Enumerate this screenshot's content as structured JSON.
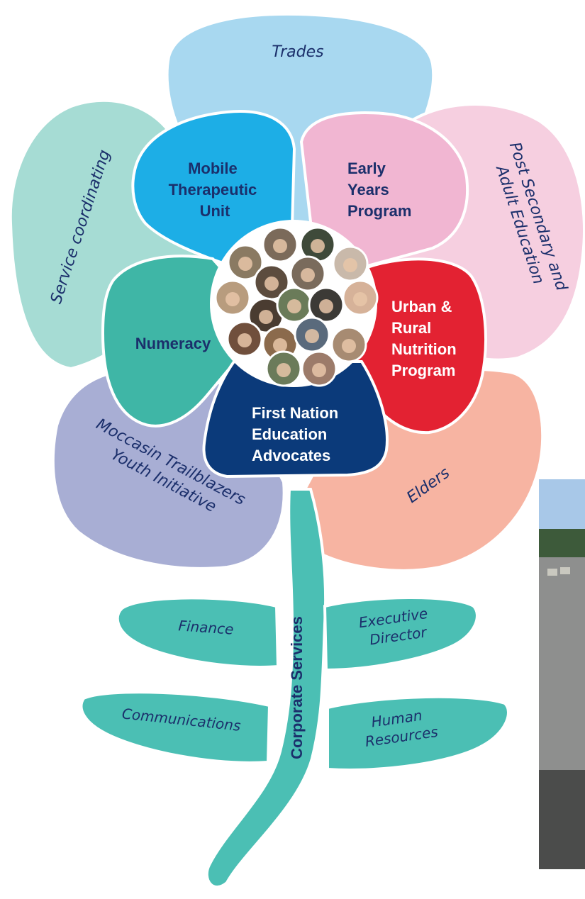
{
  "outer_petals": {
    "trades": "Trades",
    "service_coordinating": "Service coordinating",
    "post_secondary": [
      "Post Secondary and",
      "Adult Education"
    ],
    "moccasin": [
      "Moccasin Trailblazers",
      "Youth Initiative"
    ],
    "elders": "Elders"
  },
  "inner_petals": {
    "mobile": [
      "Mobile",
      "Therapeutic",
      "Unit"
    ],
    "early_years": [
      "Early",
      "Years",
      "Program"
    ],
    "numeracy": "Numeracy",
    "urban": [
      "Urban &",
      "Rural",
      "Nutrition",
      "Program"
    ],
    "first_nation": [
      "First Nation",
      "Education",
      "Advocates"
    ]
  },
  "stem": "Corporate Services",
  "leaves": {
    "finance": "Finance",
    "executive": [
      "Executive",
      "Director"
    ],
    "communications": "Communications",
    "hr": [
      "Human",
      "Resources"
    ]
  },
  "colors": {
    "trades": "#a8d8f0",
    "service": "#a6dcd4",
    "post_secondary": "#f6cfe0",
    "moccasin": "#a8aed4",
    "elders": "#f7b4a2",
    "mobile": "#1daee6",
    "early_years": "#f1b6d2",
    "numeracy": "#3fb6a6",
    "urban": "#e32232",
    "first_nation": "#0b3a7a",
    "stem": "#4bbfb4",
    "navy_text": "#1b2f6b"
  }
}
